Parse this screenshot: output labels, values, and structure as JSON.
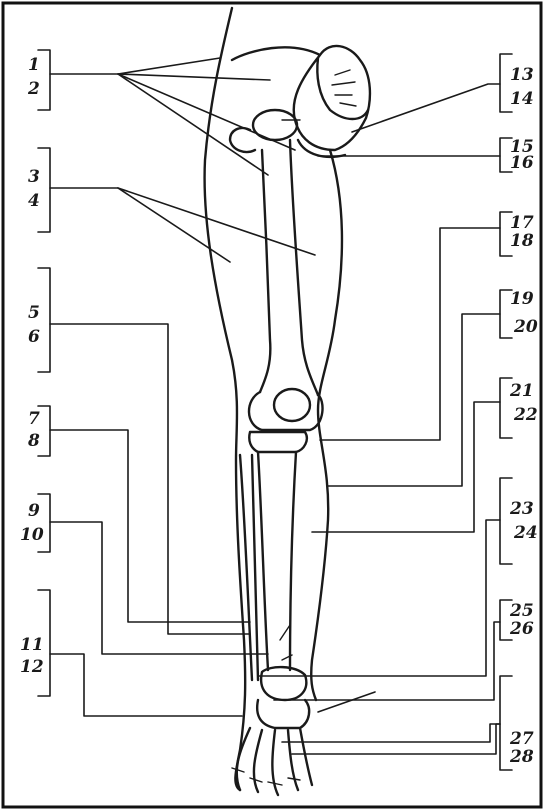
{
  "labels_left": {
    "l1": "1",
    "l2": "2",
    "l3": "3",
    "l4": "4",
    "l5": "5",
    "l6": "6",
    "l7": "7",
    "l8": "8",
    "l9": "9",
    "l10": "10",
    "l11": "11",
    "l12": "12"
  },
  "labels_right": {
    "l13": "13",
    "l14": "14",
    "l15": "15",
    "l16": "16",
    "l17": "17",
    "l18": "18",
    "l19": "19",
    "l20": "20",
    "l21": "21",
    "l22": "22",
    "l23": "23",
    "l24": "24",
    "l25": "25",
    "l26": "26",
    "l27": "27",
    "l28": "28"
  },
  "colors": {
    "ink": "#1a1a1a",
    "paper": "#ffffff",
    "frame": "#111111"
  }
}
